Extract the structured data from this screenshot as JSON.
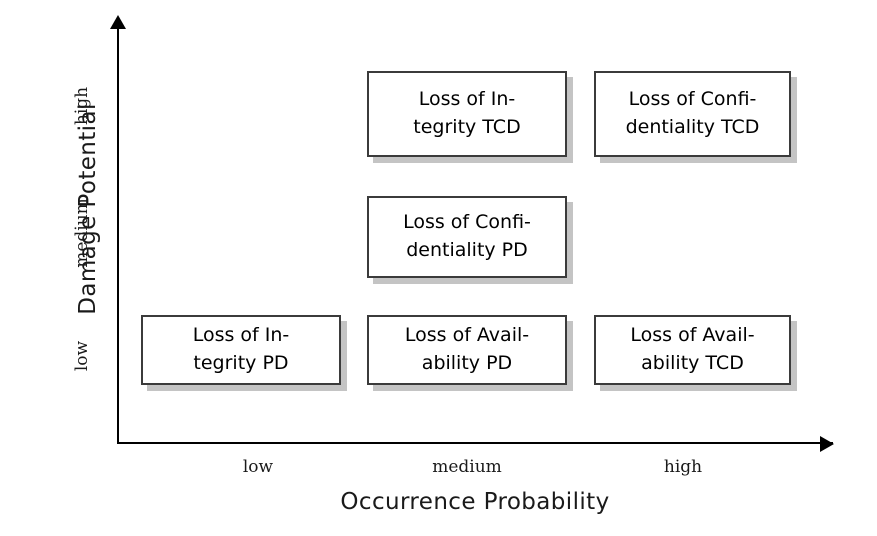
{
  "chart_data": {
    "type": "table",
    "title": "",
    "xlabel": "Occurrence Probability",
    "ylabel": "Damage Potential",
    "x_categories": [
      "low",
      "medium",
      "high"
    ],
    "y_categories": [
      "low",
      "medium",
      "high"
    ],
    "grid": false,
    "legend": "none",
    "cells": [
      {
        "x": "medium",
        "y": "high",
        "label": "Loss of In-\ntegrity TCD"
      },
      {
        "x": "high",
        "y": "high",
        "label": "Loss of Confi-\ndentiality TCD"
      },
      {
        "x": "medium",
        "y": "medium",
        "label": "Loss of Confi-\ndentiality PD"
      },
      {
        "x": "low",
        "y": "low",
        "label": "Loss of In-\ntegrity PD"
      },
      {
        "x": "medium",
        "y": "low",
        "label": "Loss of Avail-\nability PD"
      },
      {
        "x": "high",
        "y": "low",
        "label": "Loss of Avail-\nability TCD"
      }
    ]
  },
  "axes": {
    "y_title": "Damage Potential",
    "x_title": "Occurrence Probability",
    "y_ticks": {
      "high": "high",
      "medium": "medium",
      "low": "low"
    },
    "x_ticks": {
      "low": "low",
      "medium": "medium",
      "high": "high"
    }
  },
  "colors": {
    "background": "#ffffff",
    "axis": "#000000",
    "cell_border": "#3b3b3b",
    "cell_fill": "#ffffff",
    "cell_shadow": "#c4c4c4",
    "text": "#000000"
  }
}
